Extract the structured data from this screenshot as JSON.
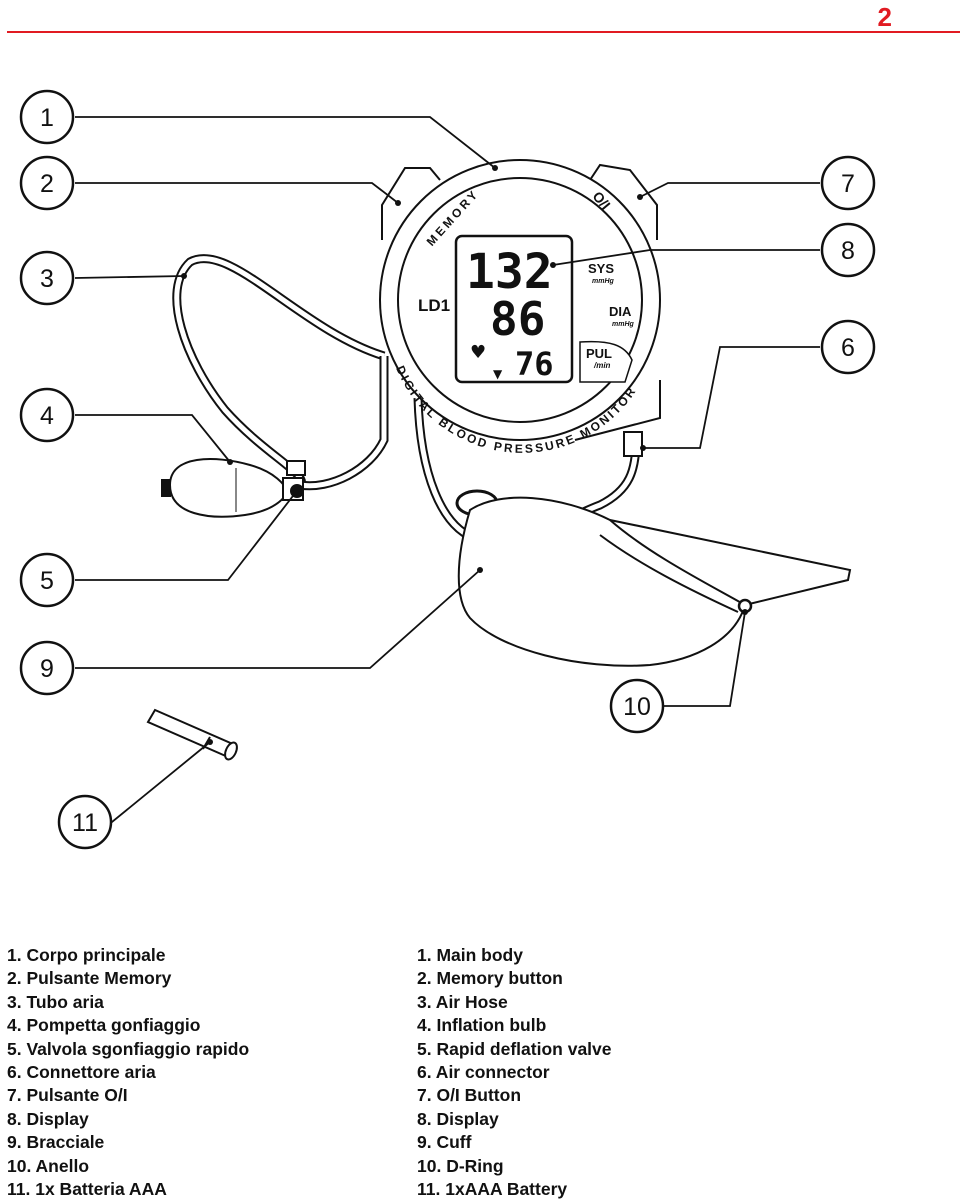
{
  "page": {
    "number": "2"
  },
  "callouts": [
    "1",
    "2",
    "3",
    "4",
    "5",
    "6",
    "7",
    "8",
    "9",
    "10",
    "11"
  ],
  "device": {
    "brand_label": "LD1",
    "memory_label": "MEMORY",
    "power_label": "O/I",
    "ring_text": "DIGITAL BLOOD PRESSURE MONITOR",
    "display": {
      "sys_value": "132",
      "dia_value": "86",
      "pul_value": "76",
      "sys_label": "SYS",
      "dia_label": "DIA",
      "pul_label": "PUL",
      "pressure_unit": "mmHg",
      "pulse_unit": "/min"
    }
  },
  "legend": {
    "italian": [
      "1. Corpo principale",
      "2. Pulsante Memory",
      "3. Tubo aria",
      "4. Pompetta gonfiaggio",
      "5. Valvola sgonfiaggio rapido",
      "6. Connettore aria",
      "7. Pulsante O/I",
      "8. Display",
      "9. Bracciale",
      "10. Anello",
      "11. 1x Batteria AAA"
    ],
    "english": [
      "1. Main body",
      "2. Memory button",
      "3. Air Hose",
      "4. Inflation bulb",
      "5. Rapid deflation valve",
      "6. Air connector",
      "7. O/I Button",
      "8. Display",
      "9. Cuff",
      "10. D-Ring",
      "11. 1xAAA Battery"
    ]
  }
}
